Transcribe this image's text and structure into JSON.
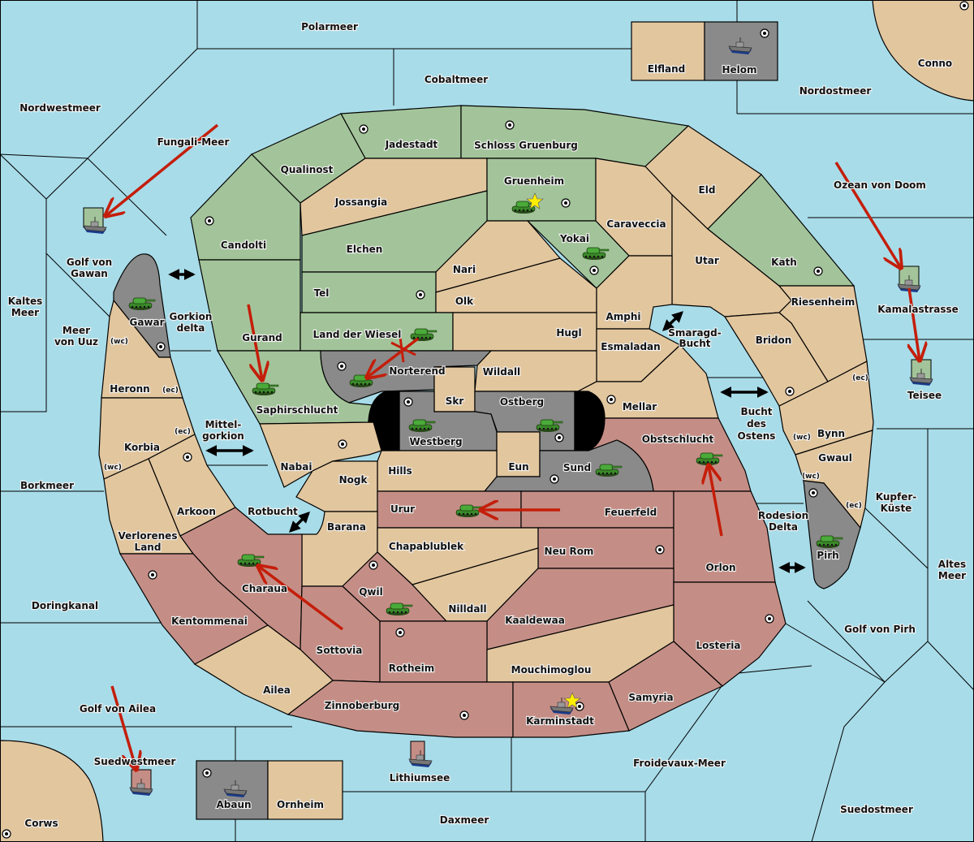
{
  "colors": {
    "sea": "#a8dce9",
    "neutral": "#e2c69e",
    "green_power": "#a3c49a",
    "red_power": "#c48e86",
    "grey_power": "#8a8a8a",
    "order_arrow": "#c41e0a",
    "supply_star": "#ffee00"
  },
  "provinces": {
    "sea": [
      "Polarmeer",
      "Cobaltmeer",
      "Nordwestmeer",
      "Fungali-Meer",
      "Nordostmeer",
      "Ozean von Doom",
      "Golf von Gawan",
      "Kaltes Meer",
      "Meer von Uuz",
      "Gorkion delta",
      "Mittel-gorkion",
      "Borkmeer",
      "Rotbucht",
      "Smaragd-Bucht",
      "Bucht des Ostens",
      "Rodesion Delta",
      "Kamalastrasse",
      "Teisee",
      "Kupfer-Küste",
      "Altes Meer",
      "Golf von Pirh",
      "Doringkanal",
      "Golf von Ailea",
      "Suedwestmeer",
      "Lithiumsee",
      "Froidevaux-Meer",
      "Daxmeer",
      "Suedostmeer"
    ],
    "land": [
      {
        "name": "Elfland",
        "owner": "neutral"
      },
      {
        "name": "Helom",
        "owner": "grey",
        "supply_center": true
      },
      {
        "name": "Conno",
        "owner": "neutral",
        "supply_center": true
      },
      {
        "name": "Jadestadt",
        "owner": "green",
        "supply_center": true
      },
      {
        "name": "Schloss Gruenburg",
        "owner": "green",
        "supply_center": true
      },
      {
        "name": "Qualinost",
        "owner": "green"
      },
      {
        "name": "Jossangia",
        "owner": "neutral"
      },
      {
        "name": "Gruenheim",
        "owner": "green",
        "supply_center": true
      },
      {
        "name": "Candolti",
        "owner": "green",
        "supply_center": true
      },
      {
        "name": "Elchen",
        "owner": "green"
      },
      {
        "name": "Eld",
        "owner": "neutral"
      },
      {
        "name": "Caraveccia",
        "owner": "neutral"
      },
      {
        "name": "Yokai",
        "owner": "green",
        "supply_center": true
      },
      {
        "name": "Nari",
        "owner": "neutral"
      },
      {
        "name": "Utar",
        "owner": "neutral"
      },
      {
        "name": "Kath",
        "owner": "green",
        "supply_center": true
      },
      {
        "name": "Tel",
        "owner": "green",
        "supply_center": true
      },
      {
        "name": "Olk",
        "owner": "neutral"
      },
      {
        "name": "Amphi",
        "owner": "neutral"
      },
      {
        "name": "Riesenheim",
        "owner": "neutral"
      },
      {
        "name": "Gurand",
        "owner": "green"
      },
      {
        "name": "Land der Wiesel",
        "owner": "green"
      },
      {
        "name": "Hugl",
        "owner": "neutral"
      },
      {
        "name": "Esmaladan",
        "owner": "neutral"
      },
      {
        "name": "Bridon",
        "owner": "neutral"
      },
      {
        "name": "Gawar",
        "owner": "grey",
        "supply_center": true
      },
      {
        "name": "Norterend",
        "owner": "grey",
        "supply_center": true
      },
      {
        "name": "Wildall",
        "owner": "neutral"
      },
      {
        "name": "Heronn",
        "owner": "neutral",
        "coasts": [
          "ec"
        ]
      },
      {
        "name": "Skr",
        "owner": "neutral"
      },
      {
        "name": "Ostberg",
        "owner": "grey",
        "supply_center": true
      },
      {
        "name": "Westberg",
        "owner": "grey",
        "supply_center": true
      },
      {
        "name": "Saphirschlucht",
        "owner": "green"
      },
      {
        "name": "Mellar",
        "owner": "neutral",
        "supply_center": true
      },
      {
        "name": "Korbia",
        "owner": "neutral",
        "supply_center": true,
        "coasts": [
          "ec",
          "wc"
        ]
      },
      {
        "name": "Bynn",
        "owner": "neutral",
        "supply_center": true,
        "coasts": [
          "ec",
          "wc"
        ]
      },
      {
        "name": "Obstschlucht",
        "owner": "red"
      },
      {
        "name": "Nabai",
        "owner": "neutral",
        "supply_center": true
      },
      {
        "name": "Eun",
        "owner": "neutral"
      },
      {
        "name": "Sund",
        "owner": "grey",
        "supply_center": true
      },
      {
        "name": "Gwaul",
        "owner": "neutral",
        "coasts": [
          "ec",
          "wc"
        ]
      },
      {
        "name": "Hills",
        "owner": "neutral"
      },
      {
        "name": "Nogk",
        "owner": "neutral"
      },
      {
        "name": "Arkoon",
        "owner": "neutral"
      },
      {
        "name": "Urur",
        "owner": "red"
      },
      {
        "name": "Feuerfeld",
        "owner": "red"
      },
      {
        "name": "Barana",
        "owner": "neutral"
      },
      {
        "name": "Verlorenes Land",
        "owner": "neutral"
      },
      {
        "name": "Charaua",
        "owner": "red"
      },
      {
        "name": "Chapablublek",
        "owner": "neutral"
      },
      {
        "name": "Neu Rom",
        "owner": "red",
        "supply_center": true
      },
      {
        "name": "Pirh",
        "owner": "grey",
        "supply_center": true
      },
      {
        "name": "Orlon",
        "owner": "red"
      },
      {
        "name": "Qwil",
        "owner": "red",
        "supply_center": true
      },
      {
        "name": "Nilldall",
        "owner": "neutral"
      },
      {
        "name": "Kentommenai",
        "owner": "red",
        "supply_center": true
      },
      {
        "name": "Kaaldewaa",
        "owner": "red"
      },
      {
        "name": "Losteria",
        "owner": "red",
        "supply_center": true
      },
      {
        "name": "Sottovia",
        "owner": "red"
      },
      {
        "name": "Rotheim",
        "owner": "red",
        "supply_center": true
      },
      {
        "name": "Mouchimoglou",
        "owner": "neutral"
      },
      {
        "name": "Ailea",
        "owner": "neutral"
      },
      {
        "name": "Samyria",
        "owner": "red"
      },
      {
        "name": "Zinnoberburg",
        "owner": "red",
        "supply_center": true
      },
      {
        "name": "Karminstadt",
        "owner": "red",
        "supply_center": true
      },
      {
        "name": "Abaun",
        "owner": "grey",
        "supply_center": true
      },
      {
        "name": "Ornheim",
        "owner": "neutral"
      },
      {
        "name": "Corws",
        "owner": "neutral",
        "supply_center": true
      }
    ]
  },
  "labels": {
    "polarmeer": "Polarmeer",
    "cobaltmeer": "Cobaltmeer",
    "nordwestmeer": "Nordwestmeer",
    "fungali": "Fungali-Meer",
    "elfland": "Elfland",
    "helom": "Helom",
    "conno": "Conno",
    "nordostmeer": "Nordostmeer",
    "ozean": "Ozean von Doom",
    "jadestadt": "Jadestadt",
    "schloss": "Schloss Gruenburg",
    "qualinost": "Qualinost",
    "jossangia": "Jossangia",
    "gruenheim": "Gruenheim",
    "candolti": "Candolti",
    "elchen": "Elchen",
    "eld": "Eld",
    "caraveccia": "Caraveccia",
    "yokai": "Yokai",
    "nari": "Nari",
    "utar": "Utar",
    "kath": "Kath",
    "tel": "Tel",
    "olk": "Olk",
    "amphi": "Amphi",
    "riesenheim": "Riesenheim",
    "gurand": "Gurand",
    "wiesel": "Land der Wiesel",
    "hugl": "Hugl",
    "esmaladan": "Esmaladan",
    "bridon": "Bridon",
    "smaragd1": "Smaragd-",
    "smaragd2": "Bucht",
    "gawar": "Gawar",
    "gorkion1": "Gorkion",
    "gorkion2": "delta",
    "golfgawan1": "Golf von",
    "golfgawan2": "Gawan",
    "kaltes1": "Kaltes",
    "kaltes2": "Meer",
    "uuz1": "Meer",
    "uuz2": "von Uuz",
    "norterend": "Norterend",
    "wildall": "Wildall",
    "heronn": "Heronn",
    "skr": "Skr",
    "ostberg": "Ostberg",
    "westberg": "Westberg",
    "saphir": "Saphirschlucht",
    "mellar": "Mellar",
    "bucht1": "Bucht",
    "bucht2": "des",
    "bucht3": "Ostens",
    "mittel1": "Mittel-",
    "mittel2": "gorkion",
    "korbia": "Korbia",
    "bynn": "Bynn",
    "obst": "Obstschlucht",
    "nabai": "Nabai",
    "eun": "Eun",
    "sund": "Sund",
    "gwaul": "Gwaul",
    "hills": "Hills",
    "nogk": "Nogk",
    "borkmeer": "Borkmeer",
    "arkoon": "Arkoon",
    "rotbucht": "Rotbucht",
    "urur": "Urur",
    "feuerfeld": "Feuerfeld",
    "barana": "Barana",
    "kupfer1": "Kupfer-",
    "kupfer2": "Küste",
    "rodesion1": "Rodesion",
    "rodesion2": "Delta",
    "verloren1": "Verlorenes",
    "verloren2": "Land",
    "charaua": "Charaua",
    "chapa": "Chapablublek",
    "neurom": "Neu Rom",
    "pirh": "Pirh",
    "orlon": "Orlon",
    "altes1": "Altes",
    "altes2": "Meer",
    "qwil": "Qwil",
    "nilldall": "Nilldall",
    "doring": "Doringkanal",
    "kentom": "Kentommenai",
    "kaaldewaa": "Kaaldewaa",
    "golfpirh": "Golf von Pirh",
    "losteria": "Losteria",
    "sottovia": "Sottovia",
    "rotheim": "Rotheim",
    "mouchi": "Mouchimoglou",
    "ailea": "Ailea",
    "samyria": "Samyria",
    "golfailea": "Golf von Ailea",
    "zinnober": "Zinnoberburg",
    "karmin": "Karminstadt",
    "suedwest": "Suedwestmeer",
    "froidevaux": "Froidevaux-Meer",
    "abaun": "Abaun",
    "ornheim": "Ornheim",
    "lithium": "Lithiumsee",
    "suedost": "Suedostmeer",
    "corws": "Corws",
    "daxmeer": "Daxmeer",
    "kamala": "Kamalastrasse",
    "teisee": "Teisee",
    "wc": "(wc)",
    "ec": "(ec)"
  },
  "units": [
    {
      "type": "fleet",
      "owner": "green",
      "province": "Fungali-Meer",
      "order": "move",
      "target": "Golf von Gawan"
    },
    {
      "type": "army",
      "owner": "green",
      "province": "Gruenheim",
      "new_build": true
    },
    {
      "type": "army",
      "owner": "green",
      "province": "Yokai"
    },
    {
      "type": "army",
      "owner": "green",
      "province": "Gawar"
    },
    {
      "type": "army",
      "owner": "green",
      "province": "Gurand",
      "order": "move",
      "target": "Saphirschlucht"
    },
    {
      "type": "army",
      "owner": "green",
      "province": "Land der Wiesel",
      "order": "move",
      "target": "Norterend",
      "result": "bounced"
    },
    {
      "type": "army",
      "owner": "green",
      "province": "Westberg"
    },
    {
      "type": "army",
      "owner": "green",
      "province": "Ostberg"
    },
    {
      "type": "army",
      "owner": "green",
      "province": "Sund"
    },
    {
      "type": "army",
      "owner": "green",
      "province": "Orlon",
      "order": "move",
      "target": "Obstschlucht"
    },
    {
      "type": "army",
      "owner": "green",
      "province": "Feuerfeld",
      "order": "move",
      "target": "Urur"
    },
    {
      "type": "army",
      "owner": "green",
      "province": "Sottovia",
      "order": "move",
      "target": "Charaua"
    },
    {
      "type": "army",
      "owner": "green",
      "province": "Qwil"
    },
    {
      "type": "army",
      "owner": "green",
      "province": "Pirh"
    },
    {
      "type": "fleet",
      "owner": "green",
      "province": "Ozean von Doom",
      "order": "move",
      "target": "Kamalastrasse"
    },
    {
      "type": "fleet",
      "owner": "green",
      "province": "Kamalastrasse",
      "order": "move",
      "target": "Teisee"
    },
    {
      "type": "fleet",
      "owner": "grey",
      "province": "Helom"
    },
    {
      "type": "fleet",
      "owner": "red",
      "province": "Golf von Ailea",
      "order": "move",
      "target": "Suedwestmeer"
    },
    {
      "type": "fleet",
      "owner": "grey",
      "province": "Abaun"
    },
    {
      "type": "fleet",
      "owner": "red",
      "province": "Lithiumsee"
    },
    {
      "type": "fleet",
      "owner": "red",
      "province": "Karminstadt",
      "new_build": true
    }
  ]
}
